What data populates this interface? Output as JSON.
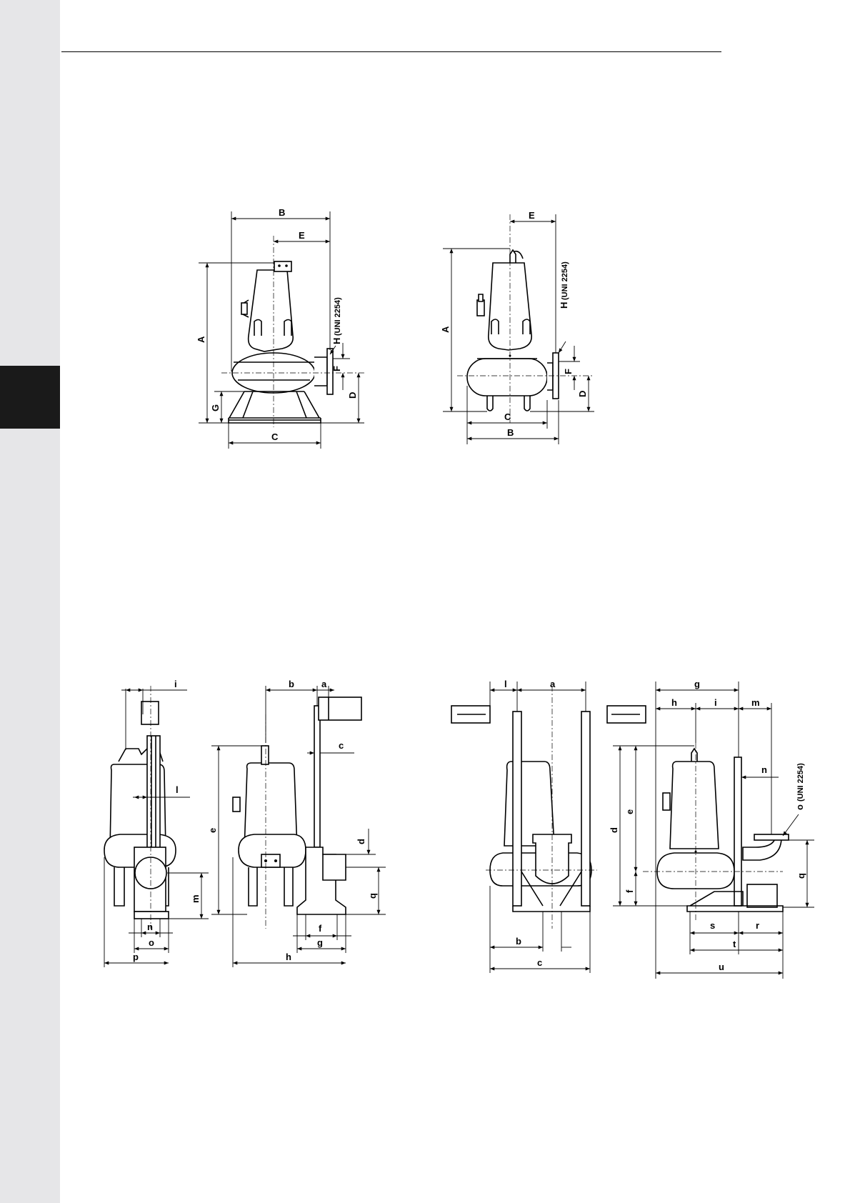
{
  "page": {
    "sidebar_color": "#e6e6e8",
    "sidebar_tab_color": "#1a1a1a"
  },
  "figure1": {
    "labels": {
      "B": "B",
      "E": "E",
      "H": "H",
      "H_note": "(UNI 2254)",
      "A": "A",
      "G": "G",
      "F": "F",
      "D": "D",
      "C": "C"
    }
  },
  "figure2": {
    "labels": {
      "E": "E",
      "H": "H",
      "H_note": "(UNI 2254)",
      "A": "A",
      "F": "F",
      "D": "D",
      "C": "C",
      "B": "B"
    }
  },
  "figure3": {
    "labels": {
      "i": "i",
      "l": "l",
      "m": "m",
      "n": "n",
      "o": "o",
      "p": "p",
      "b": "b",
      "a": "a",
      "c": "c",
      "d": "d",
      "e": "e",
      "q": "q",
      "f": "f",
      "g": "g",
      "h": "h"
    }
  },
  "figure4": {
    "labels": {
      "l": "l",
      "a": "a",
      "b": "b",
      "c": "c",
      "g": "g",
      "h": "h",
      "i": "i",
      "m": "m",
      "n": "n",
      "o": "o",
      "o_note": "(UNI 2254)",
      "d": "d",
      "e": "e",
      "f": "f",
      "q": "q",
      "s": "s",
      "r": "r",
      "t": "t",
      "u": "u"
    }
  }
}
